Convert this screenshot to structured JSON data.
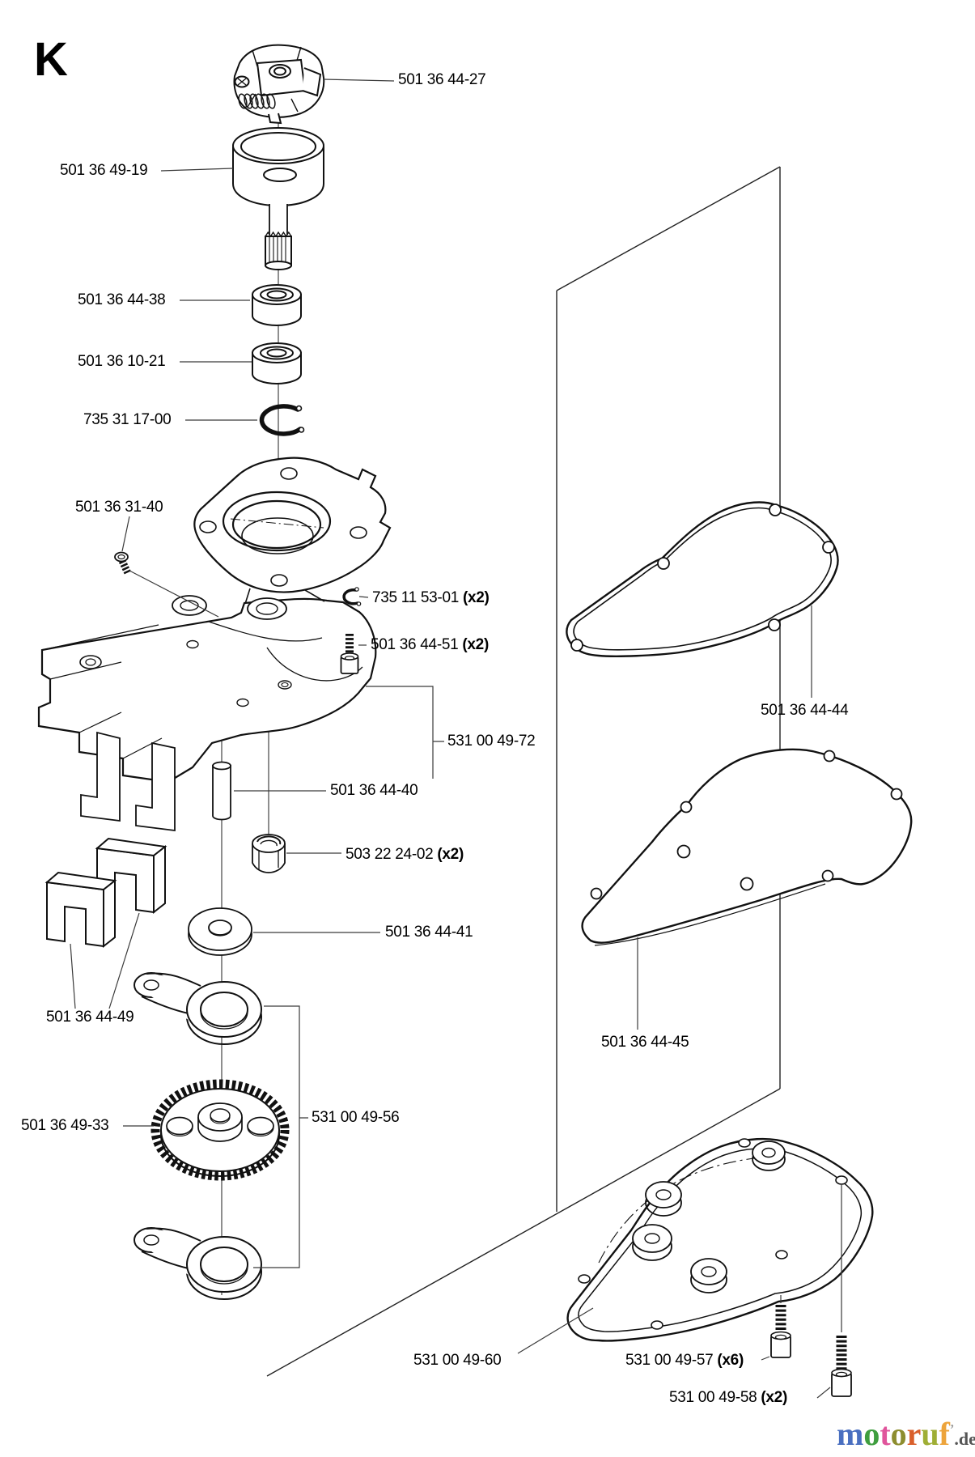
{
  "page": {
    "section_letter": "K"
  },
  "labels": [
    {
      "id": "clutch",
      "part_number": "501 36 44-27",
      "qty": ""
    },
    {
      "id": "clutch-drum",
      "part_number": "501 36 49-19",
      "qty": ""
    },
    {
      "id": "bearing-upper",
      "part_number": "501 36 44-38",
      "qty": ""
    },
    {
      "id": "bearing-lower",
      "part_number": "501 36 10-21",
      "qty": ""
    },
    {
      "id": "lock-ring",
      "part_number": "735 31 17-00",
      "qty": ""
    },
    {
      "id": "set-screw",
      "part_number": "501 36 31-40",
      "qty": ""
    },
    {
      "id": "snap-ring",
      "part_number": "735 11 53-01",
      "qty": "(x2)"
    },
    {
      "id": "bolt",
      "part_number": "501 36 44-51",
      "qty": "(x2)"
    },
    {
      "id": "gearbox-housing",
      "part_number": "531 00 49-72",
      "qty": ""
    },
    {
      "id": "dowel-pin",
      "part_number": "501 36 44-40",
      "qty": ""
    },
    {
      "id": "lock-nut",
      "part_number": "503 22 24-02",
      "qty": "(x2)"
    },
    {
      "id": "washer",
      "part_number": "501 36 44-41",
      "qty": ""
    },
    {
      "id": "clamps",
      "part_number": "501 36 44-49",
      "qty": ""
    },
    {
      "id": "spur-gear",
      "part_number": "501 36 49-33",
      "qty": ""
    },
    {
      "id": "eccentric-arms",
      "part_number": "531 00 49-56",
      "qty": ""
    },
    {
      "id": "gasket",
      "part_number": "501 36 44-44",
      "qty": ""
    },
    {
      "id": "cover-plate",
      "part_number": "501 36 44-45",
      "qty": ""
    },
    {
      "id": "gear-cover",
      "part_number": "531 00 49-60",
      "qty": ""
    },
    {
      "id": "screw-short",
      "part_number": "531 00 49-57",
      "qty": "(x6)"
    },
    {
      "id": "screw-long",
      "part_number": "531 00 49-58",
      "qty": "(x2)"
    }
  ],
  "watermark": {
    "letters": [
      {
        "ch": "m",
        "css": "color:#4a6fc0"
      },
      {
        "ch": "o",
        "css": "color:#3f9e3f"
      },
      {
        "ch": "t",
        "css": "color:#e0559c"
      },
      {
        "ch": "o",
        "css": "color:#8d8d2f"
      },
      {
        "ch": "r",
        "css": "color:#d95f2b"
      },
      {
        "ch": "u",
        "css": "color:#9fae35"
      },
      {
        "ch": "f",
        "css": "color:#eda43b"
      }
    ],
    "mark": "’",
    "suffix": ".de"
  }
}
